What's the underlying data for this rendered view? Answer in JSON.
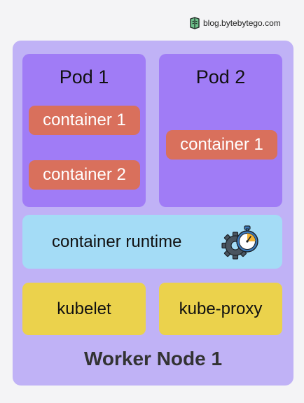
{
  "brand": {
    "text": "blog.bytebytego.com",
    "icon": "bytebytego-logo-icon"
  },
  "worker_node": {
    "title": "Worker Node 1",
    "color": "#c0b2f6"
  },
  "pods": [
    {
      "title": "Pod 1",
      "containers": [
        "container 1",
        "container 2"
      ]
    },
    {
      "title": "Pod 2",
      "containers": [
        "container 1"
      ]
    }
  ],
  "container_runtime": {
    "label": "container runtime",
    "icon": "gear-stopwatch-icon"
  },
  "components": {
    "kubelet": "kubelet",
    "kube_proxy": "kube-proxy"
  },
  "colors": {
    "pod": "#a07cf6",
    "container": "#d9705c",
    "runtime": "#a4dcf6",
    "component": "#ebd24c"
  }
}
